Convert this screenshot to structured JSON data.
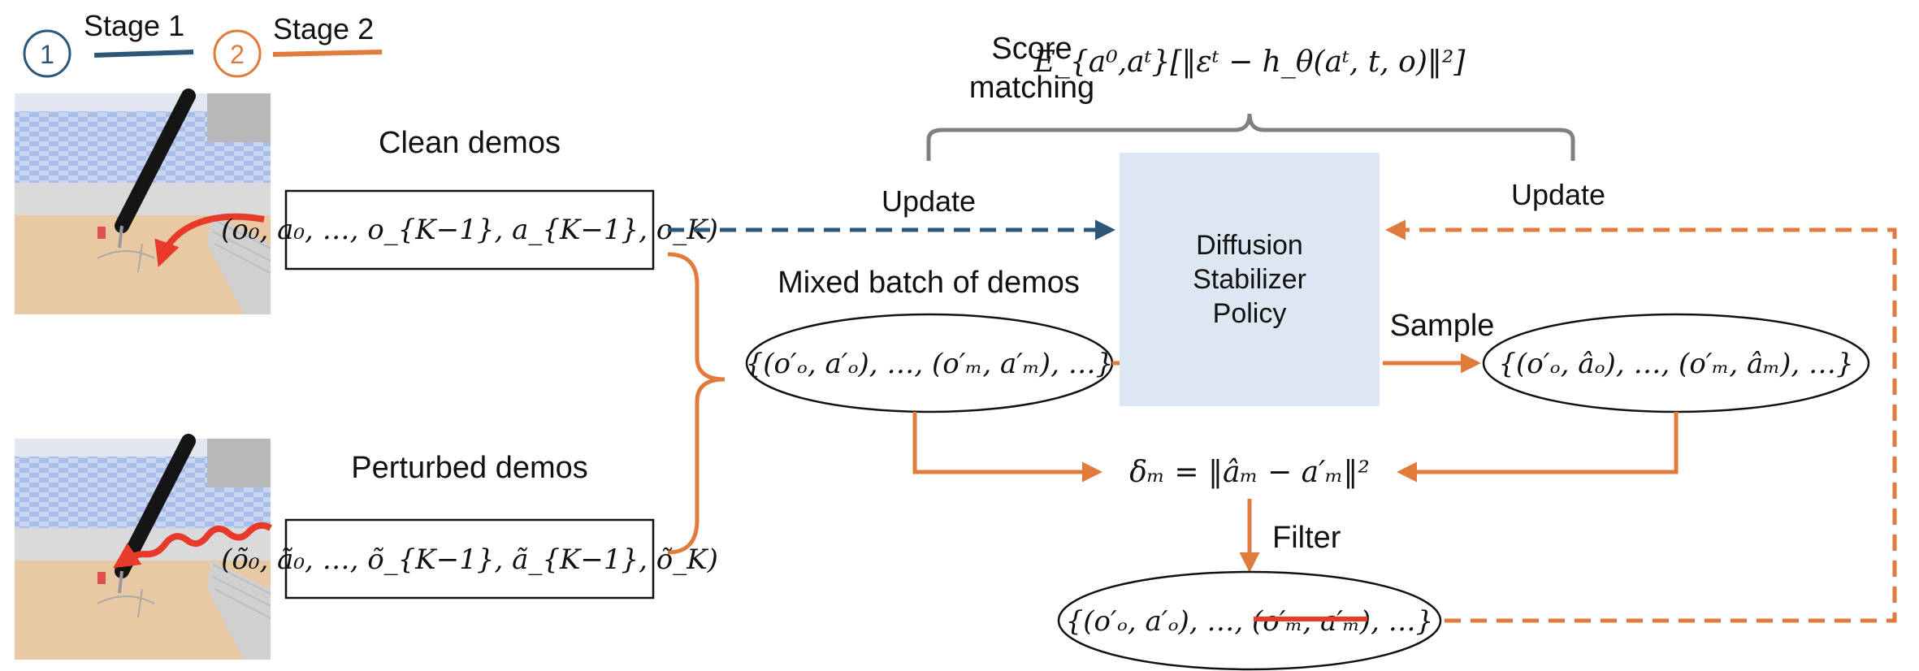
{
  "legend": {
    "stage1_number": "1",
    "stage1_label": "Stage 1",
    "stage2_number": "2",
    "stage2_label": "Stage 2"
  },
  "labels": {
    "clean_demos": "Clean demos",
    "perturbed_demos": "Perturbed demos",
    "mixed_batch": "Mixed batch of demos",
    "score_matching_line1": "Score",
    "score_matching_line2": "matching",
    "update_left": "Update",
    "update_right": "Update",
    "sample": "Sample",
    "filter": "Filter"
  },
  "policy_box": {
    "line1": "Diffusion",
    "line2": "Stabilizer",
    "line3": "Policy"
  },
  "formulas": {
    "clean_sequence": "(o₀, a₀, …, o_{K−1}, a_{K−1}, o_K)",
    "perturbed_sequence": "(õ₀, ã₀, …, õ_{K−1}, ã_{K−1}, õ_K)",
    "mixed_set": "{(o′ₒ, a′ₒ), …, (o′ₘ, a′ₘ), …}",
    "sampled_set": "{(o′ₒ, âₒ), …, (o′ₘ, âₘ), …}",
    "delta": "δₘ = ‖âₘ − a′ₘ‖²",
    "filtered_set": "{(o′ₒ, a′ₒ), …, (o′ₘ, a′ₘ), …}",
    "objective": "E_{a⁰,aᵗ}[‖εᵗ − h_θ(aᵗ, t, o)‖²]"
  },
  "colors": {
    "stage1": "#2c5778",
    "stage2": "#e07b3c",
    "policy_fill": "#dde7f3",
    "brace": "#808080",
    "strike": "#e83a2a",
    "robot_arrow": "#e83a2a"
  }
}
